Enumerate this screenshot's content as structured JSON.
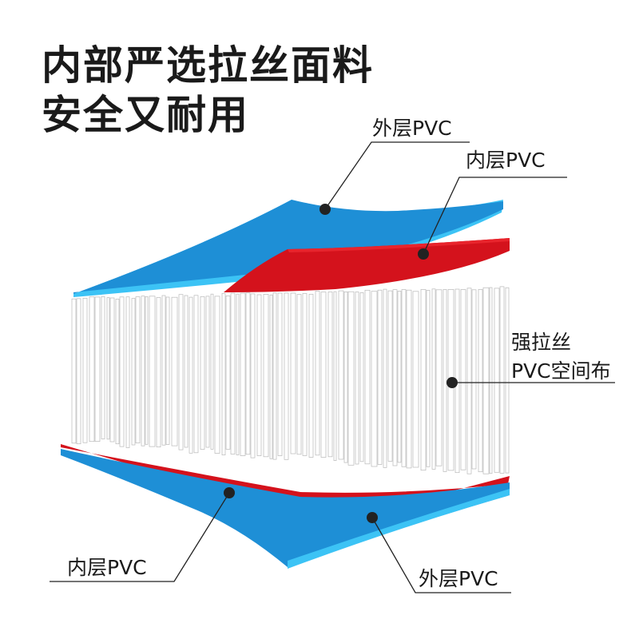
{
  "headline": {
    "line1": "内部严选拉丝面料",
    "line2": "安全又耐用"
  },
  "labels": {
    "top_outer": "外层PVC",
    "top_inner": "内层PVC",
    "core_line1": "强拉丝",
    "core_line2": "PVC空间布",
    "bottom_inner": "内层PVC",
    "bottom_outer": "外层PVC"
  },
  "colors": {
    "outer_pvc": "#1e8fd6",
    "outer_pvc_edge": "#3cc3f5",
    "inner_pvc": "#d4121c",
    "inner_pvc_edge": "#e8242c",
    "fiber": "#ffffff",
    "text": "#1a1a1a"
  }
}
